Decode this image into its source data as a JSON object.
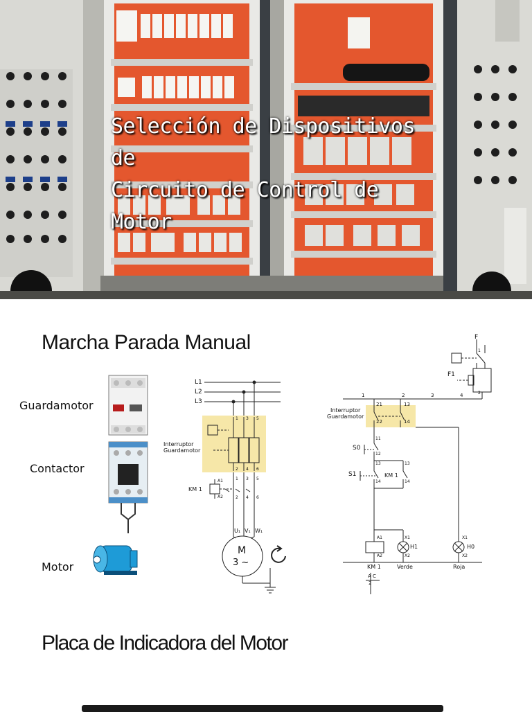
{
  "hero": {
    "title_line1": "Selección de Dispositivos de",
    "title_line2": "Circuito de Control de Motor"
  },
  "section1": {
    "title": "Marcha Parada Manual",
    "labels": {
      "guardamotor": "Guardamotor",
      "contactor": "Contactor",
      "motor": "Motor"
    },
    "power_circuit": {
      "phases": [
        "L1",
        "L2",
        "L3"
      ],
      "breaker_label_line1": "Interruptor",
      "breaker_label_line2": "Guardamotor",
      "coil_label": "KM 1",
      "coil_terms": [
        "A1",
        "A2"
      ],
      "top_terms": [
        "1",
        "3",
        "5"
      ],
      "mid_terms": [
        "2",
        "4",
        "6"
      ],
      "contact_top": [
        "1",
        "3",
        "5"
      ],
      "contact_bot": [
        "2",
        "4",
        "6"
      ],
      "motor_terms": [
        "U₁",
        "V₁",
        "W₁"
      ],
      "motor_symbol": "M",
      "motor_symbol2": "3 ~"
    },
    "control_circuit": {
      "top_label": "F",
      "top_num": "1",
      "f1_label": "F1",
      "f1_num": "2",
      "bus_numbers": [
        "1",
        "2",
        "3",
        "4"
      ],
      "breaker_label_line1": "Interruptor",
      "breaker_label_line2": "Guardamotor",
      "breaker_terms": [
        "21",
        "22",
        "13",
        "14"
      ],
      "s0_label": "S0",
      "s0_terms": [
        "11",
        "12"
      ],
      "s1_label": "S1",
      "s1_terms": [
        "13",
        "14"
      ],
      "km1_aux_label": "KM 1",
      "km1_aux_terms": [
        "13",
        "14"
      ],
      "coil_terms": [
        "A1",
        "A2"
      ],
      "h1_label": "H1",
      "h1_terms": [
        "X1",
        "X2"
      ],
      "h0_label": "H0",
      "h0_terms": [
        "X1",
        "X2"
      ],
      "km1_label": "KM 1",
      "verde": "Verde",
      "roja": "Roja",
      "ac_label": "A C",
      "ac_num": "2"
    }
  },
  "section2": {
    "title": "Placa de Indicadora del Motor"
  }
}
